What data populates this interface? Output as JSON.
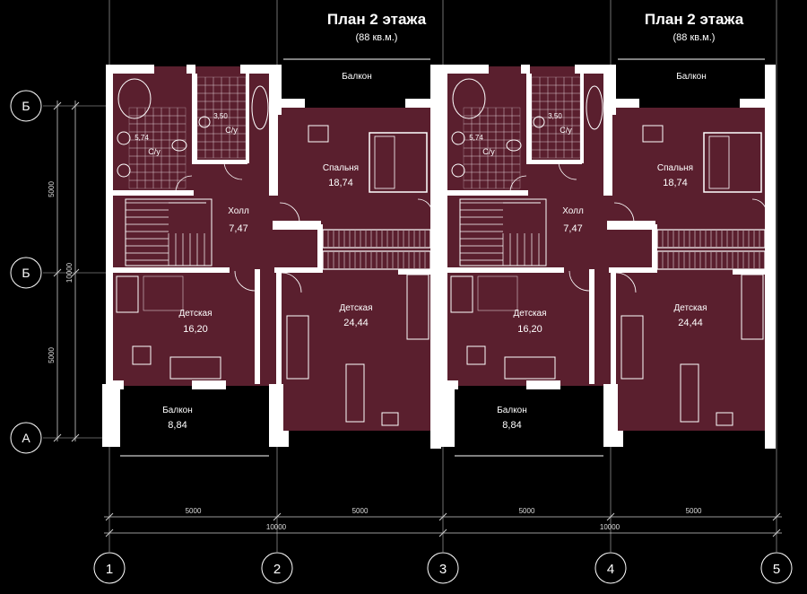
{
  "titles": [
    {
      "name": "План 2 этажа",
      "area": "(88 кв.м.)"
    },
    {
      "name": "План 2 этажа",
      "area": "(88 кв.м.)"
    }
  ],
  "units": [
    {
      "balcony_top": "Балкон",
      "bedroom": {
        "name": "Спальня",
        "area": "18,74"
      },
      "hall": {
        "name": "Холл",
        "area": "7,47"
      },
      "kids_left": {
        "name": "Детская",
        "area": "16,20"
      },
      "kids_right": {
        "name": "Детская",
        "area": "24,44"
      },
      "balcony_bottom": {
        "name": "Балкон",
        "area": "8,84"
      },
      "bath_left": {
        "name": "С/у",
        "area": "5,74"
      },
      "bath_right": {
        "name": "С/у",
        "area": "3,50"
      }
    },
    {
      "balcony_top": "Балкон",
      "bedroom": {
        "name": "Спальня",
        "area": "18,74"
      },
      "hall": {
        "name": "Холл",
        "area": "7,47"
      },
      "kids_left": {
        "name": "Детская",
        "area": "16,20"
      },
      "kids_right": {
        "name": "Детская",
        "area": "24,44"
      },
      "balcony_bottom": {
        "name": "Балкон",
        "area": "8,84"
      },
      "bath_left": {
        "name": "С/у",
        "area": "5,74"
      },
      "bath_right": {
        "name": "С/у",
        "area": "3,50"
      }
    }
  ],
  "row_axes": [
    "Б",
    "Б",
    "А"
  ],
  "col_axes": [
    "1",
    "2",
    "3",
    "4",
    "5"
  ],
  "vertical_dims": {
    "upper": "5000",
    "lower": "5000",
    "total": "10000"
  },
  "horizontal_dims": {
    "segments": [
      "5000",
      "5000",
      "5000",
      "5000"
    ],
    "totals": [
      "10000",
      "10000"
    ]
  },
  "colors": {
    "background": "#000000",
    "floor": "#5a1f2e",
    "wall": "#ffffff",
    "line": "#ffffff"
  }
}
